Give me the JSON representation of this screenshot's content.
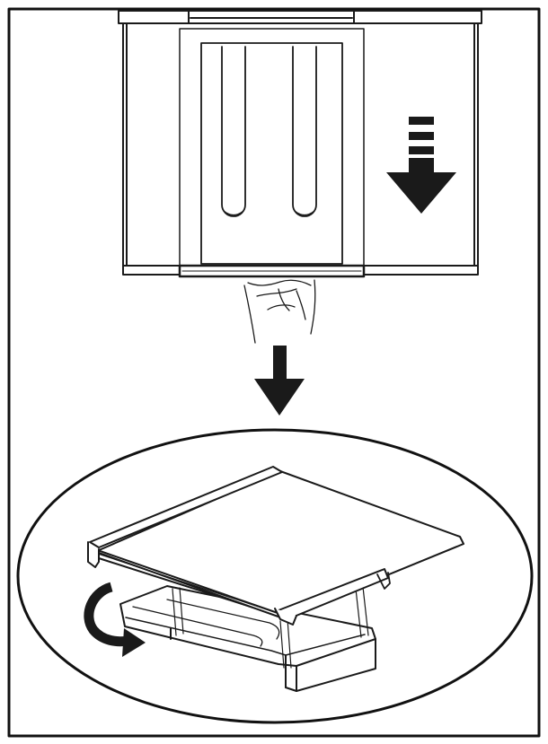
{
  "illustration": {
    "steps": [
      {
        "name": "pull-drawer-front",
        "direction": "down"
      },
      {
        "name": "rotate-and-remove-shelf",
        "direction": "down"
      }
    ],
    "icons": [
      "down-arrow-icon",
      "down-arrow-icon",
      "rotate-arrow-icon",
      "hand-icon"
    ],
    "colors": {
      "stroke": "#1a1a1a",
      "fill": "#ffffff",
      "frame": "#111111"
    }
  }
}
